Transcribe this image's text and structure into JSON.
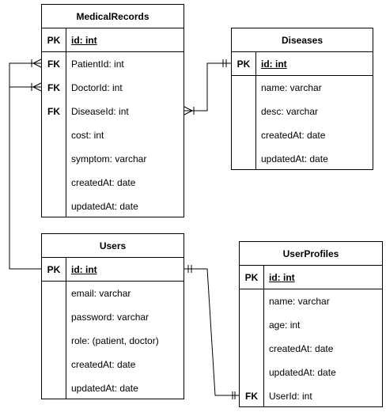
{
  "tables": {
    "medical_records": {
      "title": "MedicalRecords",
      "pk": {
        "key": "PK",
        "field": "id: int"
      },
      "rows": [
        {
          "key": "FK",
          "field": "PatientId: int"
        },
        {
          "key": "FK",
          "field": "DoctorId: int"
        },
        {
          "key": "FK",
          "field": "DiseaseId: int"
        },
        {
          "key": "",
          "field": "cost: int"
        },
        {
          "key": "",
          "field": "symptom: varchar"
        },
        {
          "key": "",
          "field": "createdAt: date"
        },
        {
          "key": "",
          "field": "updatedAt: date"
        }
      ]
    },
    "diseases": {
      "title": "Diseases",
      "pk": {
        "key": "PK",
        "field": "id: int"
      },
      "rows": [
        {
          "key": "",
          "field": "name: varchar"
        },
        {
          "key": "",
          "field": "desc: varchar"
        },
        {
          "key": "",
          "field": "createdAt: date"
        },
        {
          "key": "",
          "field": "updatedAt: date"
        }
      ]
    },
    "users": {
      "title": "Users",
      "pk": {
        "key": "PK",
        "field": "id: int"
      },
      "rows": [
        {
          "key": "",
          "field": "email: varchar"
        },
        {
          "key": "",
          "field": "password: varchar"
        },
        {
          "key": "",
          "field": "role: (patient, doctor)"
        },
        {
          "key": "",
          "field": "createdAt: date"
        },
        {
          "key": "",
          "field": "updatedAt: date"
        }
      ]
    },
    "user_profiles": {
      "title": "UserProfiles",
      "pk": {
        "key": "PK",
        "field": "id: int"
      },
      "rows": [
        {
          "key": "",
          "field": "name: varchar"
        },
        {
          "key": "",
          "field": "age: int"
        },
        {
          "key": "",
          "field": "createdAt: date"
        },
        {
          "key": "",
          "field": "updatedAt: date"
        },
        {
          "key": "FK",
          "field": "UserId: int"
        }
      ]
    }
  },
  "relationships": [
    {
      "from": "users.id",
      "to": "medical_records.PatientId",
      "cardinality": "one-to-many"
    },
    {
      "from": "users.id",
      "to": "medical_records.DoctorId",
      "cardinality": "one-to-many"
    },
    {
      "from": "diseases.id",
      "to": "medical_records.DiseaseId",
      "cardinality": "one-to-many"
    },
    {
      "from": "users.id",
      "to": "user_profiles.UserId",
      "cardinality": "one-to-one"
    }
  ]
}
